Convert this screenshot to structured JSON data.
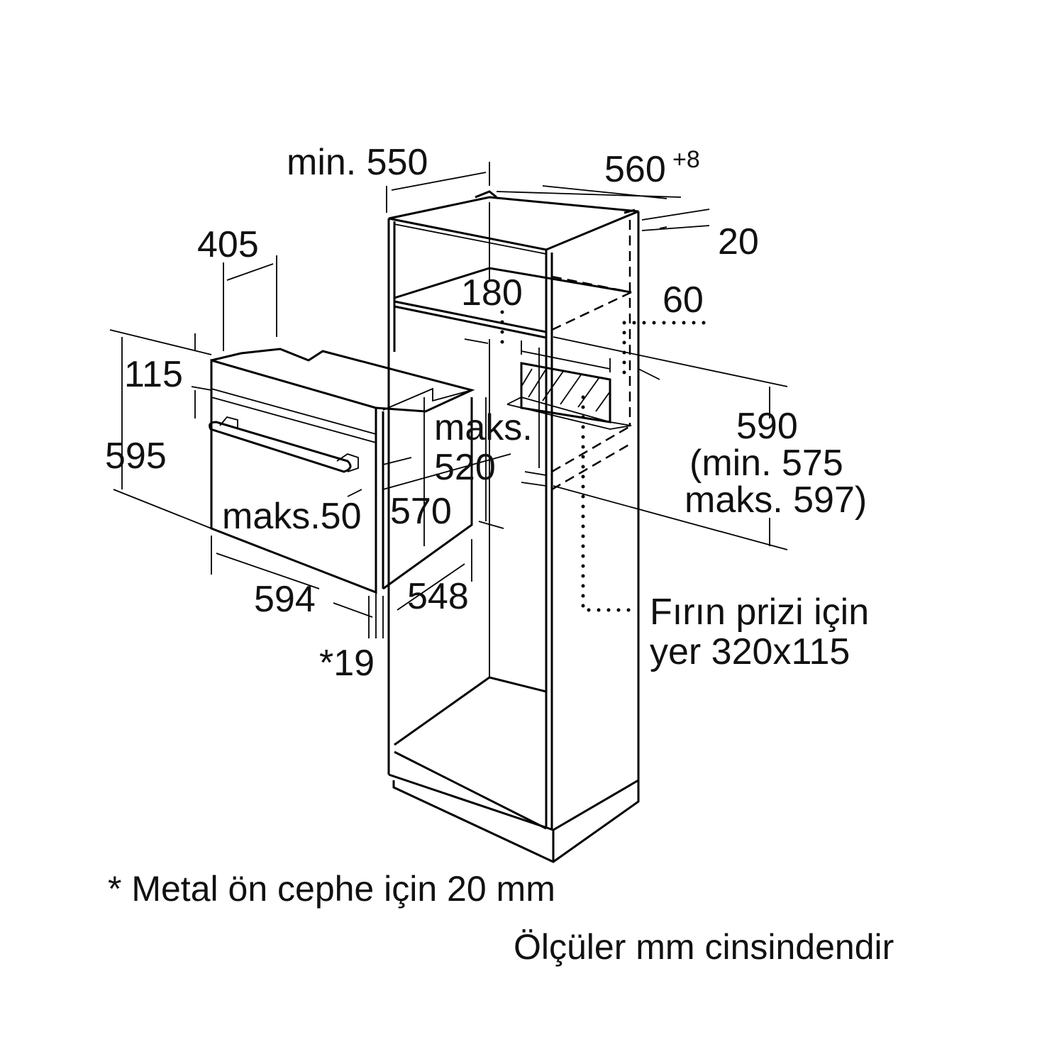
{
  "dimensions": {
    "min550": "min. 550",
    "w560": "560",
    "w560_tol": "+8",
    "d20": "20",
    "d405": "405",
    "d180": "180",
    "d60": "60",
    "d115": "115",
    "d595": "595",
    "maks": "maks.",
    "d520": "520",
    "d590": "590",
    "d590_min": "(min. 575",
    "d590_max": "maks. 597)",
    "maks50": "maks.50",
    "d570": "570",
    "d594": "594",
    "d548": "548",
    "d19": "*19"
  },
  "socket_note": {
    "line1": "Fırın prizi için",
    "line2": "yer 320x115"
  },
  "footnote": "* Metal ön cephe için 20 mm",
  "units_note": "Ölçüler mm cinsindendir"
}
